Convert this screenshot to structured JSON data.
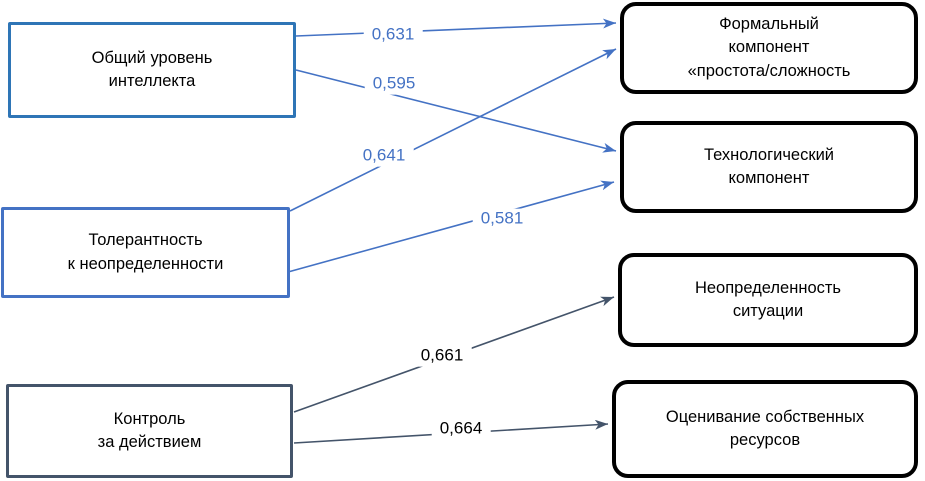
{
  "diagram": {
    "type": "path-model",
    "nodes": {
      "intellect": {
        "label": "Общий уровень\nинтеллекта"
      },
      "tolerance": {
        "label": "Толерантность\nк неопределенности"
      },
      "control": {
        "label": "Контроль\nза действием"
      },
      "formal": {
        "label": "Формальный\nкомпонент\n«простота/сложность"
      },
      "technological": {
        "label": "Технологический\nкомпонент"
      },
      "uncertainty": {
        "label": "Неопределенность\nситуации"
      },
      "resources": {
        "label": "Оценивание собственных\nресурсов"
      }
    },
    "edges": [
      {
        "from": "intellect",
        "to": "formal",
        "label": "0,631",
        "color_group": "blue"
      },
      {
        "from": "intellect",
        "to": "technological",
        "label": "0,595",
        "color_group": "blue"
      },
      {
        "from": "tolerance",
        "to": "formal",
        "label": "0,641",
        "color_group": "blue"
      },
      {
        "from": "tolerance",
        "to": "technological",
        "label": "0,581",
        "color_group": "blue"
      },
      {
        "from": "control",
        "to": "uncertainty",
        "label": "0,661",
        "color_group": "dark"
      },
      {
        "from": "control",
        "to": "resources",
        "label": "0,664",
        "color_group": "dark"
      }
    ],
    "colors": {
      "intellect_border": "#2e75b6",
      "tolerance_border": "#4472c4",
      "control_border": "#44546a",
      "outcome_border": "#000000",
      "blue_edge": "#4472c4",
      "dark_edge": "#44546a",
      "blue_label_text": "#4472c4",
      "dark_label_text": "#000000",
      "background": "#ffffff"
    }
  }
}
